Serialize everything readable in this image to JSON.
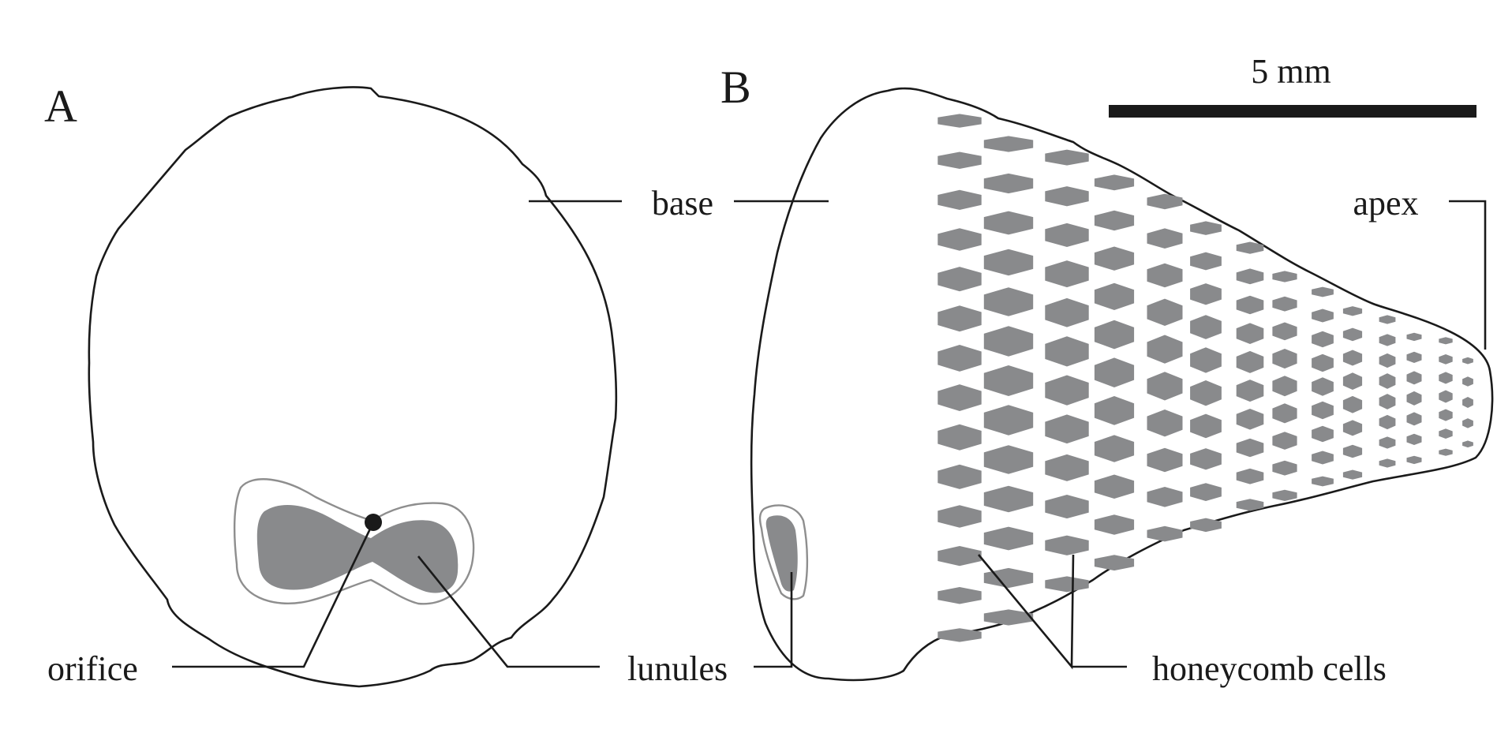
{
  "panels": {
    "a": {
      "letter": "A"
    },
    "b": {
      "letter": "B"
    }
  },
  "labels": {
    "base": "base",
    "apex": "apex",
    "orifice": "orifice",
    "lunules": "lunules",
    "honeycomb": "honeycomb cells"
  },
  "scale_bar": {
    "label": "5 mm"
  },
  "colors": {
    "outline": "#1a1a1a",
    "cell_fill": "#898a8c",
    "lunule_rim": "#8e8e8e",
    "background": "#ffffff"
  }
}
